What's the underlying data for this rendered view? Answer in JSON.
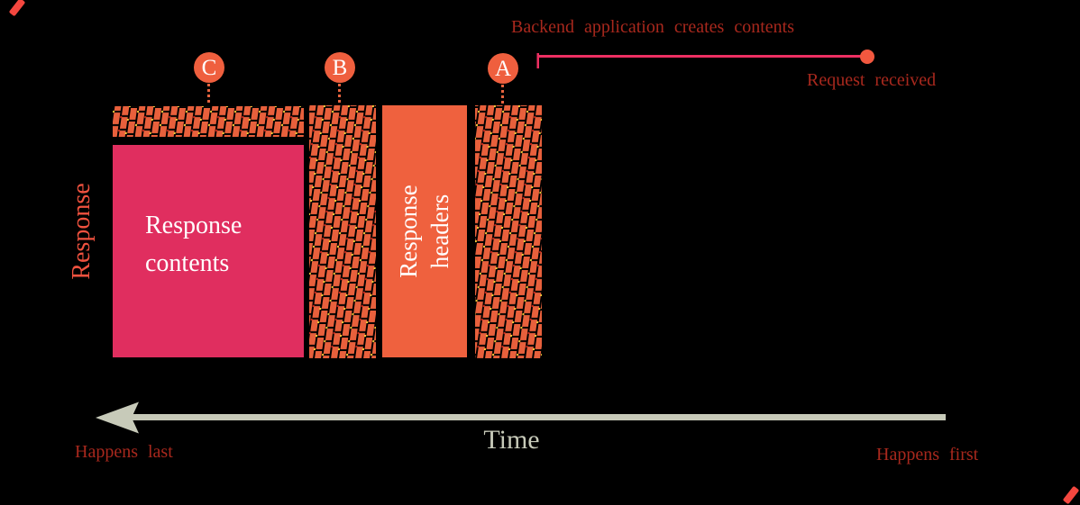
{
  "colors": {
    "background": "#000000",
    "hatch_orange": "#e8603c",
    "pink_box": "#e02e5f",
    "orange_box": "#ef613e",
    "marker_circle": "#ef5f3e",
    "pink_line": "#ee2f62",
    "line_dot": "#f2583f",
    "brick_text": "#a8281d",
    "sage": "#c7cab9",
    "axis_label": "#f0523f",
    "dotted": "#e8643f",
    "corner_dash": "#f4473f",
    "box_text": "#ffffff",
    "speck_yellow": "#ffd43a",
    "speck_red": "#d42b1e"
  },
  "annotations": {
    "backend_label": "Backend application creates contents",
    "request_label": "Request received"
  },
  "markers": {
    "c": "C",
    "b": "B",
    "a": "A"
  },
  "blocks": {
    "contents_label": "Response contents",
    "headers_label": "Response headers"
  },
  "axes": {
    "y_label": "Response",
    "x_label": "Time",
    "happens_last": "Happens last",
    "happens_first": "Happens first"
  }
}
